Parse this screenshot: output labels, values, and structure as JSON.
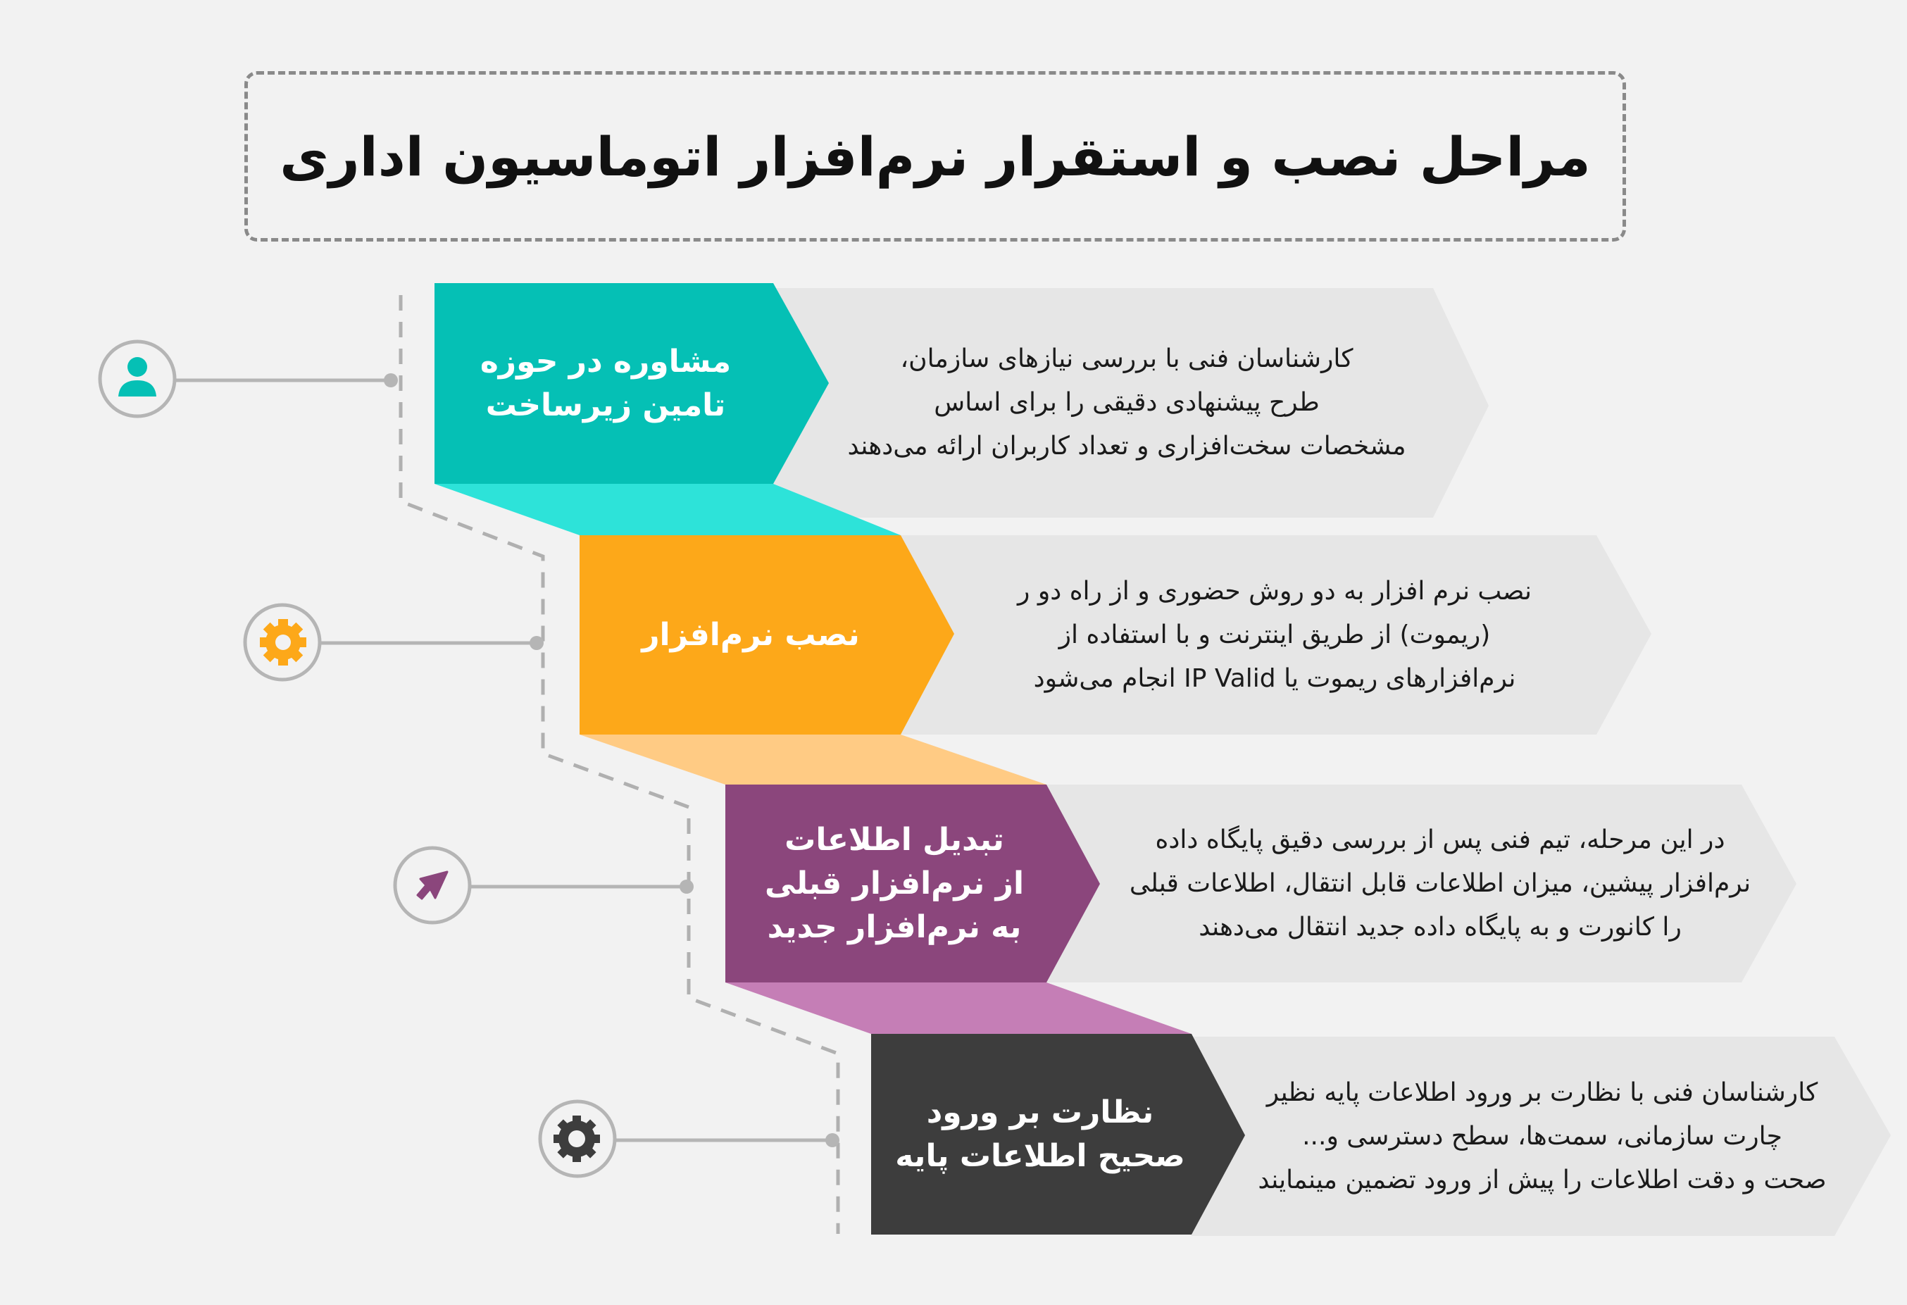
{
  "title": "مراحل نصب و استقرار نرم‌افزار اتوماسیون اداری",
  "colors": {
    "background": "#f2f2f2",
    "panel": "#e6e6e6",
    "connector_line": "#b5b5b5",
    "title_border": "#8a8a8a"
  },
  "steps": [
    {
      "icon": "user-icon",
      "color": "#05c0b5",
      "connector_color": "#2de3d9",
      "label_lines": [
        "مشاوره در حوزه",
        "تامین زیرساخت"
      ],
      "description_lines": [
        "کارشناسان فنی با بررسی نیازهای سازمان،",
        "طرح پیشنهادی دقیقی را برای اساس",
        "مشخصات سخت‌افزاری و تعداد کاربران  ارائه می‌دهند"
      ]
    },
    {
      "icon": "gear-icon",
      "color": "#fda819",
      "connector_color": "#ffcb84",
      "label_lines": [
        "نصب نرم‌افزار"
      ],
      "description_lines": [
        "نصب نرم افزار به دو روش حضوری و از راه دو ر",
        "(ریموت) از طریق اینترنت و با استفاده از",
        "نرم‌افزارهای ریموت یا IP Valid  انجام می‌شود"
      ]
    },
    {
      "icon": "arrow-up-right-icon",
      "color": "#8b467c",
      "connector_color": "#c57eb6",
      "label_lines": [
        "تبدیل اطلاعات",
        "از نرم‌افزار قبلی",
        "به نرم‌افزار جدید"
      ],
      "description_lines": [
        "در این مرحله، تیم فنی پس از بررسی دقیق پایگاه داده",
        "نرم‌افزار پیشین، میزان اطلاعات قابل انتقال، اطلاعات قبلی",
        "را کانورت و به پایگاه داده جدید انتقال می‌دهند"
      ]
    },
    {
      "icon": "gear-icon",
      "color": "#3d3d3d",
      "connector_color": null,
      "label_lines": [
        "نظارت بر ورود",
        "صحیح اطلاعات پایه"
      ],
      "description_lines": [
        "کارشناسان فنی  با نظارت بر ورود اطلاعات پایه نظیر",
        "چارت سازمانی، سمت‌ها، سطح دسترسی و...",
        "صحت و دقت اطلاعات را پیش از ورود تضمین مینمایند"
      ]
    }
  ]
}
